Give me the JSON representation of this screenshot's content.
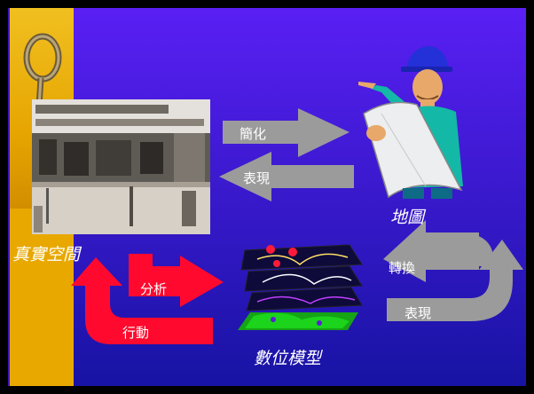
{
  "slide": {
    "captions": {
      "real_space": "真實空間",
      "map": "地圖",
      "digital_model": "數位模型"
    },
    "arrows": {
      "simplify": "簡化",
      "represent_top": "表現",
      "analyze": "分析",
      "act": "行動",
      "transform": "轉換",
      "represent_bottom": "表現"
    }
  },
  "colors": {
    "background_top": "#5a1ff4",
    "background_bottom": "#1713a3",
    "frame": "#000000",
    "sidebar_gold": "#e6a400",
    "arrow_gray": "#9b9b9b",
    "arrow_red": "#ff0a2e",
    "text": "#ffffff"
  },
  "icons": [
    "rope-loop-icon",
    "street-photo",
    "surveyor-clipart-icon",
    "layered-map-icon"
  ]
}
